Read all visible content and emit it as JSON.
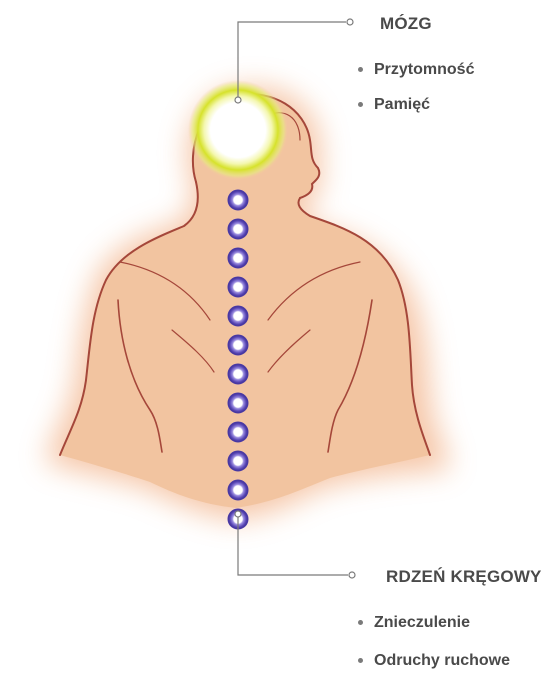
{
  "brain": {
    "title": "MÓZG",
    "items": [
      "Przytomność",
      "Pamięć"
    ]
  },
  "spinal_cord": {
    "title": "RDZEŃ KRĘGOWY",
    "items": [
      "Znieczulenie",
      "Odruchy ruchowe"
    ]
  },
  "vertebrae_count": 12,
  "colors": {
    "skin": "#f2c4a0",
    "outline": "#a5473a",
    "glow": "#f3b58d",
    "brain_ring": "#d6e22b",
    "vertebra": "#5b49b8",
    "text": "#4a4a4a",
    "leader_line": "#7a7a7a"
  }
}
